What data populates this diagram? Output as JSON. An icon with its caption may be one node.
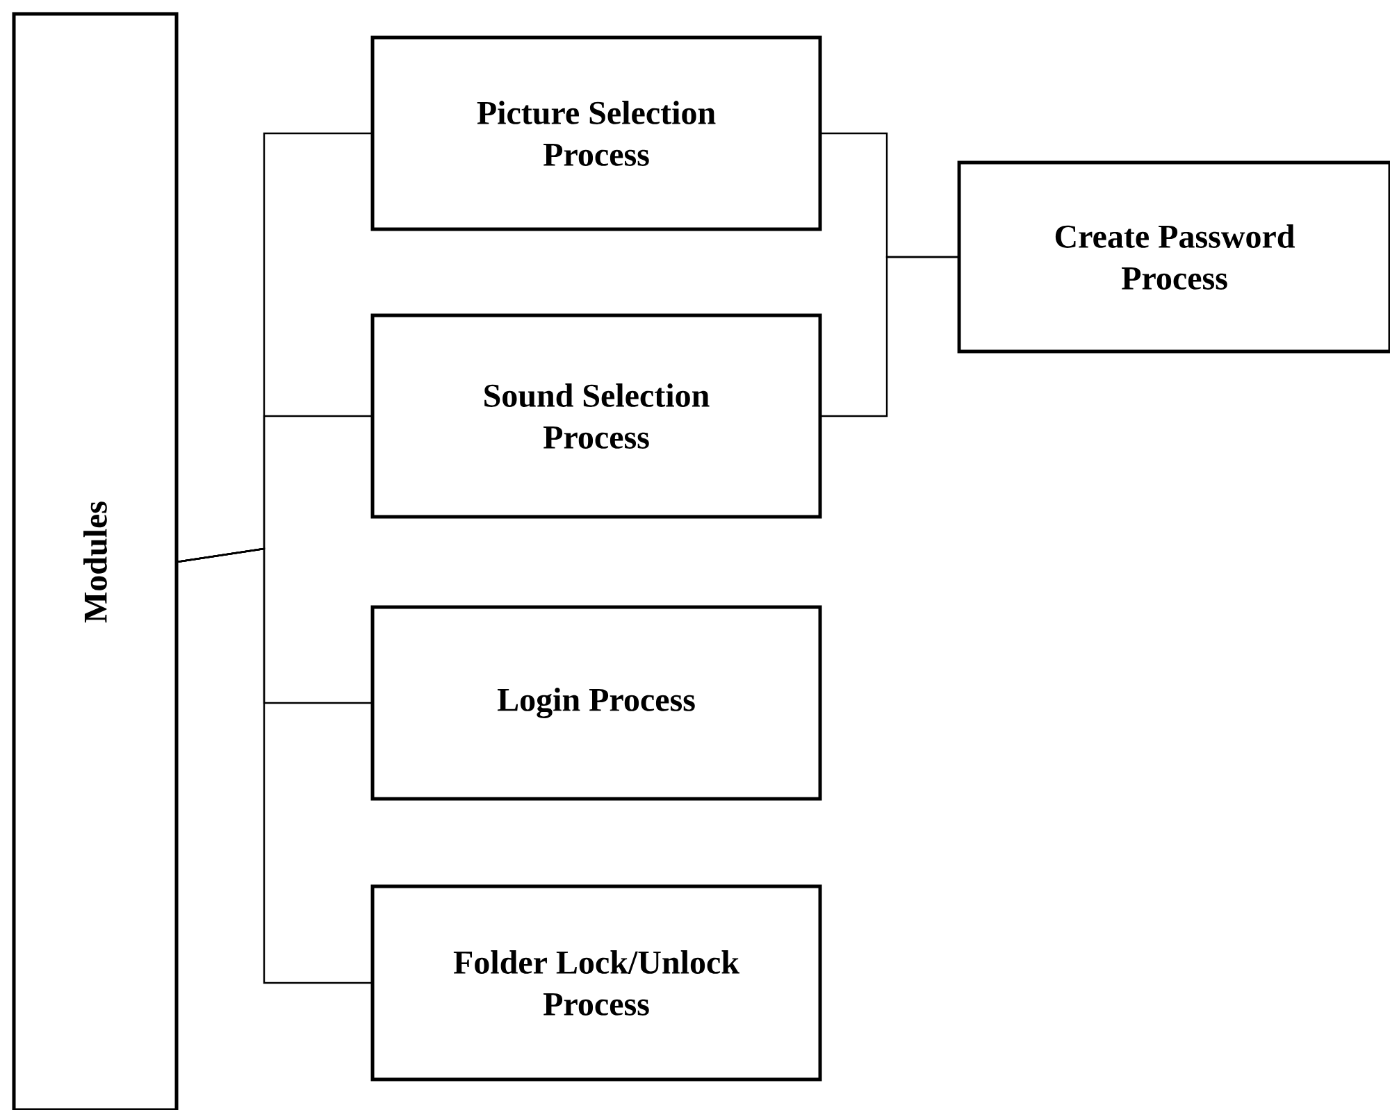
{
  "diagram": {
    "nodes": [
      {
        "text": [
          "Modules"
        ]
      },
      {
        "text": [
          "Picture Selection Process"
        ]
      },
      {
        "text": [
          "Sound Selection Process"
        ]
      },
      {
        "text": [
          "Login Process"
        ]
      },
      {
        "text": [
          "Folder Lock/Unlock Process"
        ]
      },
      {
        "text": [
          "Create Password Process"
        ]
      }
    ],
    "edges": [
      {
        "from": 0,
        "to": 1,
        "arrow": "none"
      },
      {
        "from": 0,
        "to": 2,
        "arrow": "none"
      },
      {
        "from": 0,
        "to": 3,
        "arrow": "none"
      },
      {
        "from": 0,
        "to": 4,
        "arrow": "none"
      },
      {
        "from": 1,
        "to": 5,
        "arrow": "none"
      },
      {
        "from": 2,
        "to": 5,
        "arrow": "none"
      }
    ]
  }
}
